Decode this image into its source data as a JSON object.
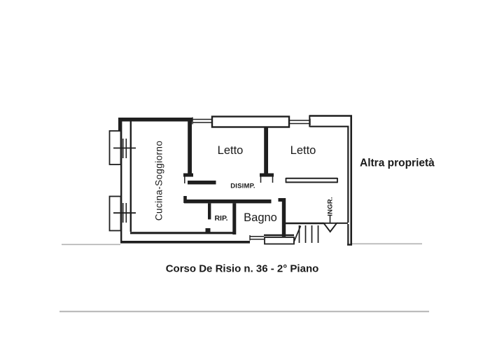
{
  "plan": {
    "labels": {
      "cucina_soggiorno": "Cucina-Soggiorno",
      "letto_1": "Letto",
      "letto_2": "Letto",
      "disimpegno": "DISIMP.",
      "ripostiglio": "RIP.",
      "bagno": "Bagno",
      "ingresso": "INGR.",
      "adjacent_property": "Altra proprietà"
    },
    "caption": "Corso De Risio n. 36 - 2° Piano",
    "colors": {
      "wall_line": "#1f1f1f",
      "ground_line": "#b2b2b2",
      "bottom_rule": "#bcbcbc",
      "background": "#ffffff",
      "text": "#1a1a1a"
    }
  }
}
